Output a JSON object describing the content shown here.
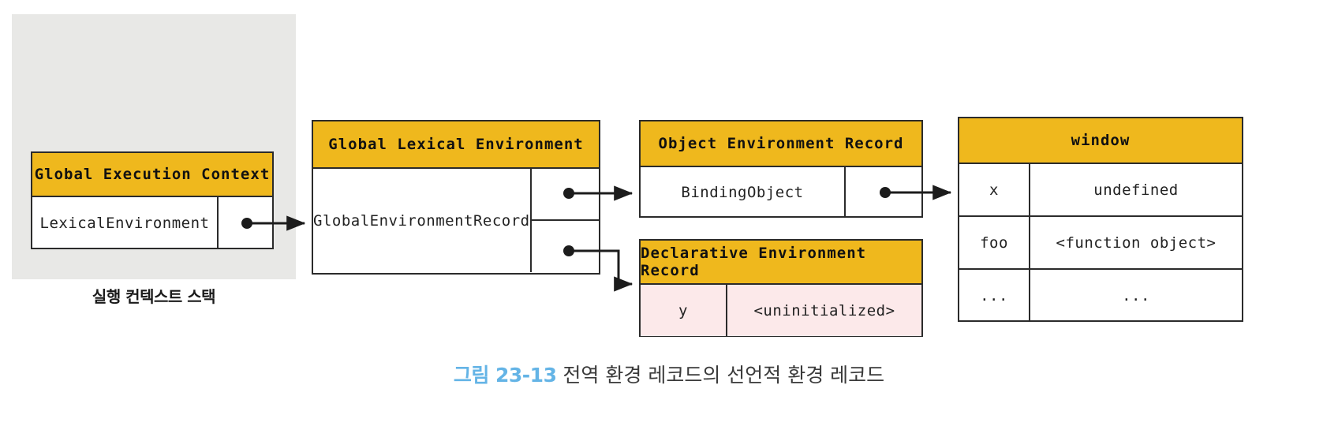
{
  "stack": {
    "label": "실행 컨텍스트 스택",
    "panel_color": "#e8e8e6"
  },
  "colors": {
    "header": "#efb81d",
    "highlight_row": "#fce9ea",
    "border": "#2b2b2b",
    "caption_accent": "#64b4e6"
  },
  "global_execution_context": {
    "title": "Global Execution Context",
    "rows": [
      {
        "name": "LexicalEnvironment",
        "pointer": true
      }
    ]
  },
  "global_lexical_environment": {
    "title": "Global Lexical Environment",
    "name": "GlobalEnvironmentRecord",
    "pointers": [
      {
        "target": "Object Environment Record"
      },
      {
        "target": "Declarative Environment Record"
      }
    ]
  },
  "object_environment_record": {
    "title": "Object Environment Record",
    "rows": [
      {
        "name": "BindingObject",
        "pointer": true
      }
    ]
  },
  "declarative_environment_record": {
    "title": "Declarative Environment Record",
    "rows": [
      {
        "key": "y",
        "value": "<uninitialized>",
        "highlight": true
      }
    ]
  },
  "window_object": {
    "title": "window",
    "rows": [
      {
        "key": "x",
        "value": "undefined"
      },
      {
        "key": "foo",
        "value": "<function object>"
      },
      {
        "key": "...",
        "value": "..."
      }
    ]
  },
  "caption": {
    "figure_number": "그림 23-13",
    "text": " 전역 환경 레코드의 선언적 환경 레코드"
  }
}
